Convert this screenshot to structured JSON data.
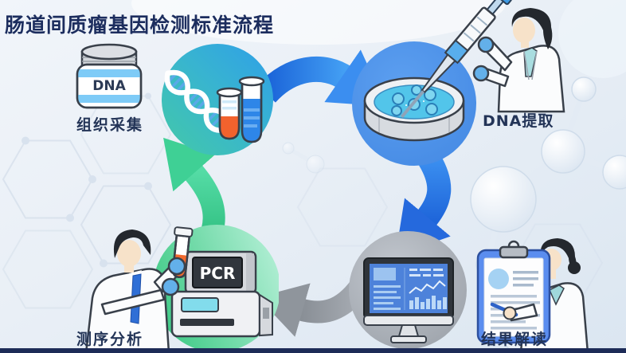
{
  "title": "肠道间质瘤基因检测标准流程",
  "flow": {
    "steps": [
      {
        "id": "tissue-collection",
        "label": "组织采集",
        "icon": "dna-jar-icon"
      },
      {
        "id": "sample-prep",
        "label": "",
        "icon": "dna-helix-test-tubes-icon"
      },
      {
        "id": "dna-extraction",
        "label": "DNA提取",
        "icon": "petri-dish-pipette-icon"
      },
      {
        "id": "data-analysis",
        "label": "",
        "icon": "analysis-monitor-icon"
      },
      {
        "id": "sequencing-analysis",
        "label": "测序分析",
        "icon": "pcr-machine-icon"
      },
      {
        "id": "result-interpretation",
        "label": "结果解读",
        "icon": "report-clipboard-icon"
      }
    ],
    "arrows": [
      {
        "id": "arrow-sample-to-extraction",
        "direction": "right",
        "color": "#2b7de9"
      },
      {
        "id": "arrow-extraction-to-analysis",
        "direction": "down",
        "color": "#2b7de9"
      },
      {
        "id": "arrow-analysis-to-sequencing",
        "direction": "left",
        "color": "#9aa0a7"
      },
      {
        "id": "arrow-sequencing-to-sample",
        "direction": "up",
        "color": "#3ecf8e"
      }
    ]
  },
  "icon_texts": {
    "jar": "DNA",
    "pcr_screen": "PCR"
  },
  "colors": {
    "title_text": "#1c2d5e",
    "label_text": "#233457",
    "background_top": "#f1f5fa",
    "background_bottom": "#dbe6f1",
    "bottom_bar": "#1d2b57",
    "arrow_blue": "#2b7de9",
    "arrow_green": "#3ecf8e",
    "arrow_gray": "#9aa0a7",
    "circle_sample_gradient": [
      "#43c9a8",
      "#2f9fe8"
    ],
    "circle_petri": "#4a90e8",
    "circle_pcr_gradient": [
      "#3fca86",
      "#b4efd6"
    ],
    "circle_monitor_gradient": [
      "#c3c8cf",
      "#949aa2"
    ],
    "tube_orange": "#f2622d",
    "tube_blue": "#2e86e8",
    "glove_blue": "#63b0ea",
    "lab_coat": "#fbfcfd"
  }
}
